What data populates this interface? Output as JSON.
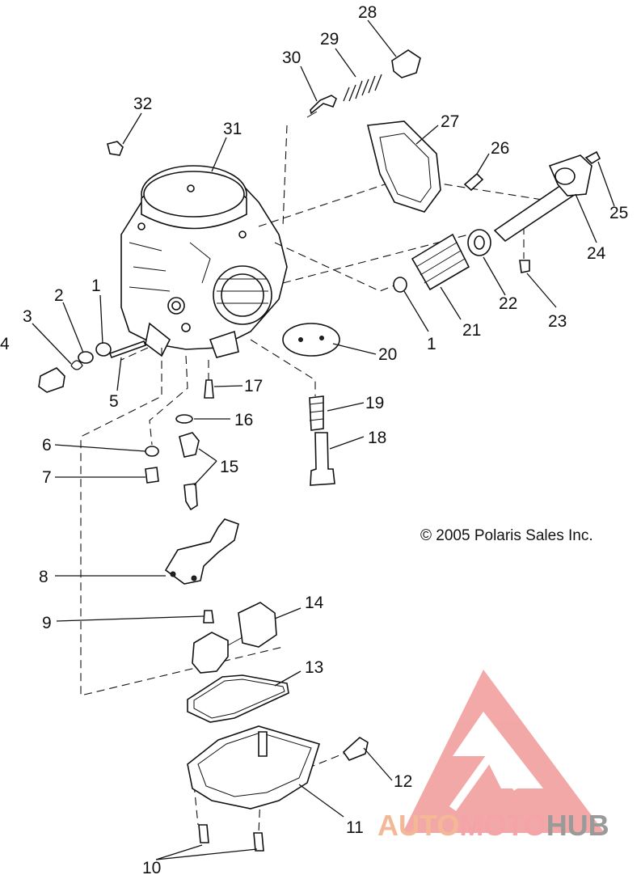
{
  "copyright": "© 2005 Polaris Sales Inc.",
  "watermark": {
    "text_part1": "AUTO",
    "text_part2": "MOTO",
    "text_part3": "HUB",
    "color1": "#f5b896",
    "color2": "#f4a3a6",
    "color3": "#9a9a9a",
    "logo_color": "#f08a8a"
  },
  "callouts": {
    "c1a": "1",
    "c1b": "1",
    "c2": "2",
    "c3": "3",
    "c4": "4",
    "c5": "5",
    "c6": "6",
    "c7": "7",
    "c8": "8",
    "c9": "9",
    "c10": "10",
    "c11": "11",
    "c12": "12",
    "c13": "13",
    "c14": "14",
    "c15": "15",
    "c16": "16",
    "c17": "17",
    "c18": "18",
    "c19": "19",
    "c20": "20",
    "c21": "21",
    "c22": "22",
    "c23": "23",
    "c24": "24",
    "c25": "25",
    "c26": "26",
    "c27": "27",
    "c28": "28",
    "c29": "29",
    "c30": "30",
    "c31": "31",
    "c32": "32"
  }
}
